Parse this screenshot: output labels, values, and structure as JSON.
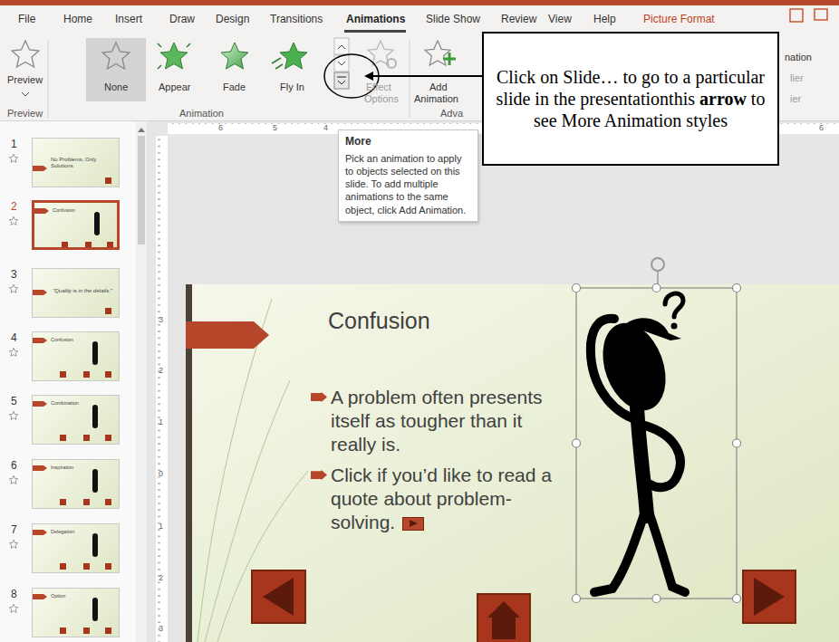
{
  "diagram": {
    "nodes": [
      {
        "text": [
          "Click on Slide… to go to a particular slide in the presentationthis",
          "arrow",
          "to see More Animation styles"
        ]
      },
      {
        "text": [
          "More",
          "Pick an animation to apply to objects selected on this slide. To add multiple animations to the same object, click Add Animation."
        ]
      },
      {
        "text": [
          "No Problems, Only Solutions"
        ]
      },
      {
        "text": [
          "Confusion"
        ]
      },
      {
        "text": [
          "\"Quality is in the details.\""
        ]
      },
      {
        "text": [
          "Confusion"
        ]
      },
      {
        "text": [
          "Combination"
        ]
      },
      {
        "text": [
          "Inspiration"
        ]
      },
      {
        "text": [
          "Delegation"
        ]
      },
      {
        "text": [
          "Option"
        ]
      },
      {
        "text": [
          "Confusion",
          "A problem often presents itself as tougher than it really is.",
          "Click if you’d like to read a quote about problem-solving."
        ]
      }
    ],
    "labels": [
      "File",
      "Home",
      "Insert",
      "Draw",
      "Design",
      "Transitions",
      "Animations",
      "Slide Show",
      "Review",
      "View",
      "Help",
      "Picture Format",
      "Preview",
      "None",
      "Appear",
      "Fade",
      "Fly In",
      "Effect",
      "Options",
      "Add",
      "Animation",
      "Preview",
      "Animation",
      "Adva",
      "nation",
      "lier",
      "ier",
      "1",
      "2",
      "3",
      "4",
      "5",
      "6",
      "7",
      "8",
      "6",
      "5",
      "4",
      "6",
      "3",
      "2",
      "1",
      "0",
      "1",
      "2",
      "3"
    ]
  }
}
